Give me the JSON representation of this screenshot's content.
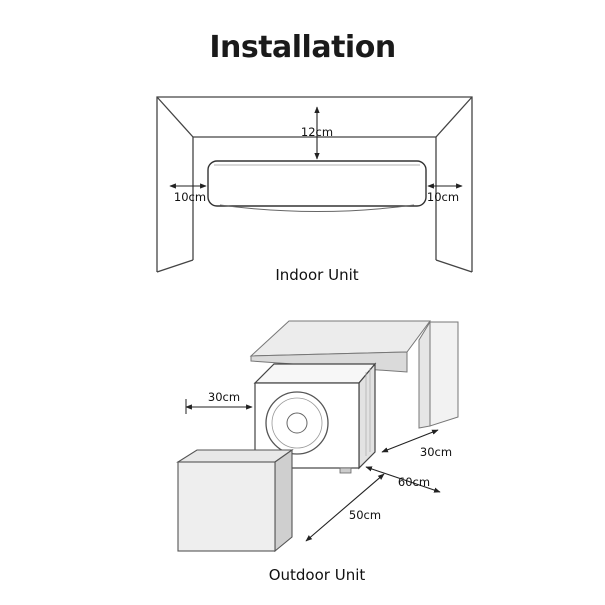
{
  "title": "Installation",
  "indoor": {
    "caption": "Indoor Unit",
    "top_clearance": "12cm",
    "left_clearance": "10cm",
    "right_clearance": "10cm"
  },
  "outdoor": {
    "caption": "Outdoor Unit",
    "left_clearance": "30cm",
    "back_clearance": "30cm",
    "right_clearance": "60cm",
    "front_clearance": "50cm"
  }
}
